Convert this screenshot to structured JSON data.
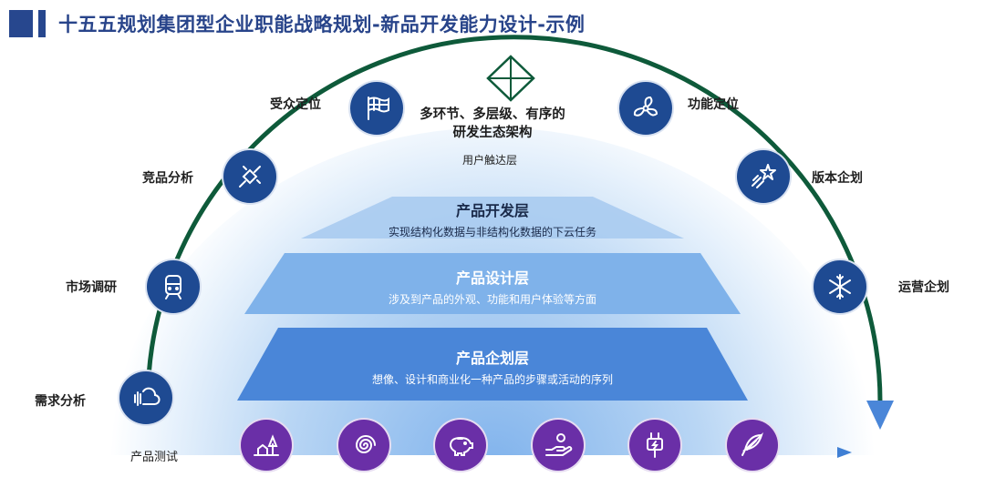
{
  "title": "十五五规划集团型企业职能战略规划-新品开发能力设计-示例",
  "center": {
    "title_line1": "多环节、多层级、有序的",
    "title_line2": "研发生态架构",
    "reach_layer": "用户触达层"
  },
  "layers": [
    {
      "name": "产品开发层",
      "desc": "实现结构化数据与非结构化数据的下云任务"
    },
    {
      "name": "产品设计层",
      "desc": "涉及到产品的外观、功能和用户体验等方面"
    },
    {
      "name": "产品企划层",
      "desc": "想像、设计和商业化一种产品的步骤或活动的序列"
    }
  ],
  "arc_items": [
    {
      "label": "需求分析",
      "icon": "sound-wave-cloud-icon"
    },
    {
      "label": "市场调研",
      "icon": "train-icon"
    },
    {
      "label": "竞品分析",
      "icon": "plug-icon"
    },
    {
      "label": "受众定位",
      "icon": "flag-icon"
    },
    {
      "label": "功能定位",
      "icon": "fan-icon"
    },
    {
      "label": "版本企划",
      "icon": "shooting-star-icon"
    },
    {
      "label": "运营企划",
      "icon": "snowflake-icon"
    }
  ],
  "bottom": {
    "label": "产品测试",
    "icons": [
      "hanger-tree-icon",
      "spiral-icon",
      "piggy-bank-icon",
      "hand-coin-icon",
      "power-plug-icon",
      "feather-icon"
    ]
  },
  "colors": {
    "arc": "#0e5a3a",
    "navy": "#1e4a92",
    "purple": "#6a2fa7",
    "title": "#28448a",
    "layer_blue": "#4a86d8"
  }
}
